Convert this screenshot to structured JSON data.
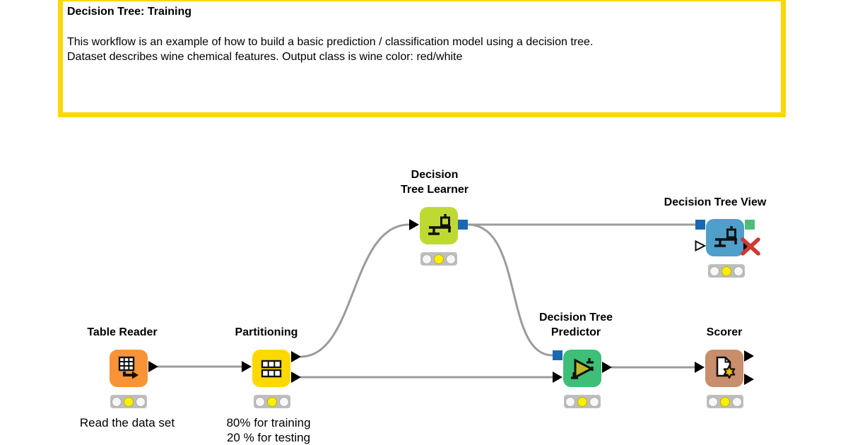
{
  "annotation": {
    "title": "Decision Tree: Training",
    "body": "This workflow is an example of how to build a basic prediction / classification model using a decision tree.\nDataset describes wine chemical features. Output class is wine color: red/white",
    "border_color": "#FFD703"
  },
  "nodes": [
    {
      "label": "Table Reader",
      "caption": "Read the data set",
      "color": "#F89437",
      "status": "configured",
      "ports": {
        "inputs": [],
        "outputs": [
          "data"
        ]
      }
    },
    {
      "label": "Partitioning",
      "caption": "80% for training\n20 % for testing",
      "color": "#FFD800",
      "status": "configured",
      "ports": {
        "inputs": [
          "data"
        ],
        "outputs": [
          "data",
          "data"
        ]
      }
    },
    {
      "label": "Decision\nTree Learner",
      "caption": "",
      "color": "#BFD933",
      "status": "configured",
      "ports": {
        "inputs": [
          "data"
        ],
        "outputs": [
          "model"
        ]
      }
    },
    {
      "label": "Decision Tree\nPredictor",
      "caption": "",
      "color": "#3EBE77",
      "status": "configured",
      "ports": {
        "inputs": [
          "model",
          "data"
        ],
        "outputs": [
          "data"
        ]
      }
    },
    {
      "label": "Decision Tree View",
      "caption": "",
      "color": "#4E9FC9",
      "status": "configured",
      "ports": {
        "inputs": [
          "model",
          "data-unconnected"
        ],
        "outputs": [
          "image",
          "data-error"
        ]
      }
    },
    {
      "label": "Scorer",
      "caption": "",
      "color": "#C98E6C",
      "status": "configured",
      "ports": {
        "inputs": [
          "data"
        ],
        "outputs": [
          "data",
          "data"
        ]
      }
    }
  ],
  "colors": {
    "wire": "#9B9B9B",
    "port_black": "#000000",
    "port_blue": "#1968B4",
    "port_green": "#4CBC7C",
    "lamp_on": "#FBF000",
    "lamp_off": "#F7F7F7",
    "lamp_housing": "#BEBEBE",
    "error_x": "#CE3A34"
  }
}
